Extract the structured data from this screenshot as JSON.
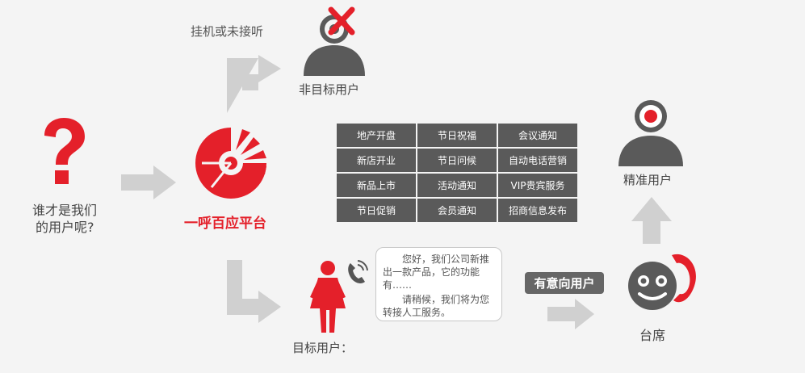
{
  "question": {
    "line1": "谁才是我们",
    "line2": "的用户呢?"
  },
  "platform": {
    "label": "一呼百应平台"
  },
  "top_branch": {
    "action": "挂机或未接听",
    "user_label": "非目标用户"
  },
  "services": [
    [
      "地产开盘",
      "节日祝福",
      "会议通知"
    ],
    [
      "新店开业",
      "节日问候",
      "自动电话营销"
    ],
    [
      "新品上市",
      "活动通知",
      "VIP贵宾服务"
    ],
    [
      "节日促销",
      "会员通知",
      "招商信息发布"
    ]
  ],
  "bottom_branch": {
    "user_label": "目标用户：",
    "speech_1": "您好，我们公司新推出一款产品，它的功能有……",
    "speech_2": "请稍候，我们将为您转接人工服务。",
    "intent_label": "有意向用户",
    "desk_label": "台席"
  },
  "precise": {
    "label": "精准用户"
  },
  "colors": {
    "accent": "#e4202a",
    "arrow": "#cfcfcf",
    "dark": "#5a5a5a"
  }
}
